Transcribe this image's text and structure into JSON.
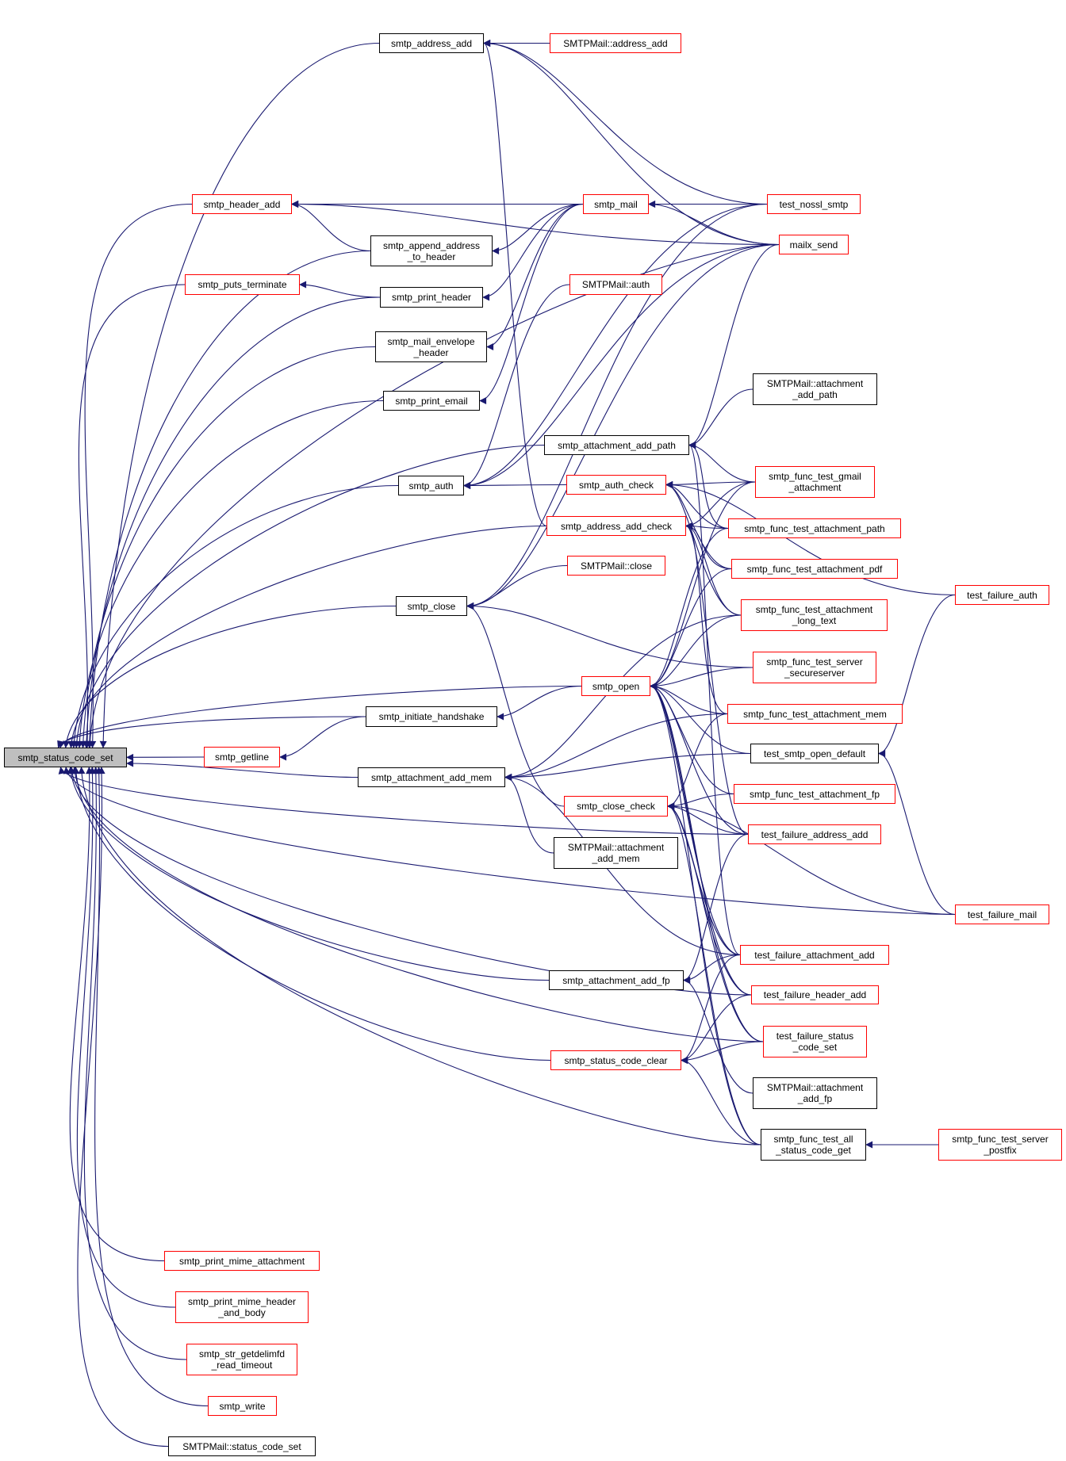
{
  "graph": {
    "title": "smtp_status_code_set caller graph",
    "colors": {
      "edge": "#191970",
      "linked_border": "#000000",
      "unlinked_border": "#ff0000",
      "root_fill": "#bfbfbf",
      "background": "#ffffff"
    },
    "root": "smtp_status_code_set",
    "nodes": [
      {
        "id": "smtp_status_code_set",
        "label": "smtp_status_code_set",
        "style": "root"
      },
      {
        "id": "smtp_address_add",
        "label": "smtp_address_add",
        "style": "black"
      },
      {
        "id": "SMTPMail_address_add",
        "label": "SMTPMail::address_add",
        "style": "red"
      },
      {
        "id": "smtp_header_add",
        "label": "smtp_header_add",
        "style": "red"
      },
      {
        "id": "smtp_mail",
        "label": "smtp_mail",
        "style": "red"
      },
      {
        "id": "test_nossl_smtp",
        "label": "test_nossl_smtp",
        "style": "red"
      },
      {
        "id": "mailx_send",
        "label": "mailx_send",
        "style": "red"
      },
      {
        "id": "smtp_append_address_to_header",
        "label": "smtp_append_address\n_to_header",
        "style": "black"
      },
      {
        "id": "smtp_puts_terminate",
        "label": "smtp_puts_terminate",
        "style": "red"
      },
      {
        "id": "smtp_print_header",
        "label": "smtp_print_header",
        "style": "black"
      },
      {
        "id": "SMTPMail_auth",
        "label": "SMTPMail::auth",
        "style": "red"
      },
      {
        "id": "smtp_mail_envelope_header",
        "label": "smtp_mail_envelope\n_header",
        "style": "black"
      },
      {
        "id": "smtp_print_email",
        "label": "smtp_print_email",
        "style": "black"
      },
      {
        "id": "SMTPMail_attachment_add_path",
        "label": "SMTPMail::attachment\n_add_path",
        "style": "black"
      },
      {
        "id": "smtp_attachment_add_path",
        "label": "smtp_attachment_add_path",
        "style": "black"
      },
      {
        "id": "smtp_auth",
        "label": "smtp_auth",
        "style": "black"
      },
      {
        "id": "smtp_auth_check",
        "label": "smtp_auth_check",
        "style": "red"
      },
      {
        "id": "smtp_func_test_gmail_attachment",
        "label": "smtp_func_test_gmail\n_attachment",
        "style": "red"
      },
      {
        "id": "smtp_address_add_check",
        "label": "smtp_address_add_check",
        "style": "red"
      },
      {
        "id": "smtp_func_test_attachment_path",
        "label": "smtp_func_test_attachment_path",
        "style": "red"
      },
      {
        "id": "SMTPMail_close",
        "label": "SMTPMail::close",
        "style": "red"
      },
      {
        "id": "smtp_func_test_attachment_pdf",
        "label": "smtp_func_test_attachment_pdf",
        "style": "red"
      },
      {
        "id": "test_failure_auth",
        "label": "test_failure_auth",
        "style": "red"
      },
      {
        "id": "smtp_close",
        "label": "smtp_close",
        "style": "black"
      },
      {
        "id": "smtp_func_test_attachment_long_text",
        "label": "smtp_func_test_attachment\n_long_text",
        "style": "red"
      },
      {
        "id": "smtp_func_test_server_secureserver",
        "label": "smtp_func_test_server\n_secureserver",
        "style": "red"
      },
      {
        "id": "smtp_open",
        "label": "smtp_open",
        "style": "red"
      },
      {
        "id": "smtp_func_test_attachment_mem",
        "label": "smtp_func_test_attachment_mem",
        "style": "red"
      },
      {
        "id": "smtp_initiate_handshake",
        "label": "smtp_initiate_handshake",
        "style": "black"
      },
      {
        "id": "test_smtp_open_default",
        "label": "test_smtp_open_default",
        "style": "black"
      },
      {
        "id": "smtp_getline",
        "label": "smtp_getline",
        "style": "red"
      },
      {
        "id": "smtp_attachment_add_mem",
        "label": "smtp_attachment_add_mem",
        "style": "black"
      },
      {
        "id": "smtp_func_test_attachment_fp",
        "label": "smtp_func_test_attachment_fp",
        "style": "red"
      },
      {
        "id": "smtp_close_check",
        "label": "smtp_close_check",
        "style": "red"
      },
      {
        "id": "test_failure_address_add",
        "label": "test_failure_address_add",
        "style": "red"
      },
      {
        "id": "SMTPMail_attachment_add_mem",
        "label": "SMTPMail::attachment\n_add_mem",
        "style": "black"
      },
      {
        "id": "test_failure_mail",
        "label": "test_failure_mail",
        "style": "red"
      },
      {
        "id": "test_failure_attachment_add",
        "label": "test_failure_attachment_add",
        "style": "red"
      },
      {
        "id": "smtp_attachment_add_fp",
        "label": "smtp_attachment_add_fp",
        "style": "black"
      },
      {
        "id": "test_failure_header_add",
        "label": "test_failure_header_add",
        "style": "red"
      },
      {
        "id": "test_failure_status_code_set",
        "label": "test_failure_status\n_code_set",
        "style": "red"
      },
      {
        "id": "smtp_status_code_clear",
        "label": "smtp_status_code_clear",
        "style": "red"
      },
      {
        "id": "SMTPMail_attachment_add_fp",
        "label": "SMTPMail::attachment\n_add_fp",
        "style": "black"
      },
      {
        "id": "smtp_func_test_all_status_code_get",
        "label": "smtp_func_test_all\n_status_code_get",
        "style": "black"
      },
      {
        "id": "smtp_func_test_server_postfix",
        "label": "smtp_func_test_server\n_postfix",
        "style": "red"
      },
      {
        "id": "smtp_print_mime_attachment",
        "label": "smtp_print_mime_attachment",
        "style": "red"
      },
      {
        "id": "smtp_print_mime_header_and_body",
        "label": "smtp_print_mime_header\n_and_body",
        "style": "red"
      },
      {
        "id": "smtp_str_getdelimfd_read_timeout",
        "label": "smtp_str_getdelimfd\n_read_timeout",
        "style": "red"
      },
      {
        "id": "smtp_write",
        "label": "smtp_write",
        "style": "red"
      },
      {
        "id": "SMTPMail_status_code_set",
        "label": "SMTPMail::status_code_set",
        "style": "black"
      }
    ],
    "edges": [
      [
        "smtp_address_add",
        "smtp_status_code_set"
      ],
      [
        "smtp_header_add",
        "smtp_status_code_set"
      ],
      [
        "smtp_append_address_to_header",
        "smtp_status_code_set"
      ],
      [
        "smtp_puts_terminate",
        "smtp_status_code_set"
      ],
      [
        "smtp_print_header",
        "smtp_status_code_set"
      ],
      [
        "smtp_mail_envelope_header",
        "smtp_status_code_set"
      ],
      [
        "smtp_print_email",
        "smtp_status_code_set"
      ],
      [
        "mailx_send",
        "smtp_status_code_set"
      ],
      [
        "smtp_auth",
        "smtp_status_code_set"
      ],
      [
        "smtp_attachment_add_path",
        "smtp_status_code_set"
      ],
      [
        "smtp_address_add_check",
        "smtp_status_code_set"
      ],
      [
        "smtp_close",
        "smtp_status_code_set"
      ],
      [
        "smtp_open",
        "smtp_status_code_set"
      ],
      [
        "smtp_initiate_handshake",
        "smtp_status_code_set"
      ],
      [
        "smtp_getline",
        "smtp_status_code_set"
      ],
      [
        "smtp_attachment_add_mem",
        "smtp_status_code_set"
      ],
      [
        "test_failure_address_add",
        "smtp_status_code_set"
      ],
      [
        "smtp_attachment_add_fp",
        "smtp_status_code_set"
      ],
      [
        "smtp_status_code_clear",
        "smtp_status_code_set"
      ],
      [
        "test_failure_header_add",
        "smtp_status_code_set"
      ],
      [
        "test_failure_status_code_set",
        "smtp_status_code_set"
      ],
      [
        "smtp_func_test_all_status_code_get",
        "smtp_status_code_set"
      ],
      [
        "test_failure_mail",
        "smtp_status_code_set"
      ],
      [
        "smtp_print_mime_attachment",
        "smtp_status_code_set"
      ],
      [
        "smtp_print_mime_header_and_body",
        "smtp_status_code_set"
      ],
      [
        "smtp_str_getdelimfd_read_timeout",
        "smtp_status_code_set"
      ],
      [
        "smtp_write",
        "smtp_status_code_set"
      ],
      [
        "SMTPMail_status_code_set",
        "smtp_status_code_set"
      ],
      [
        "SMTPMail_address_add",
        "smtp_address_add"
      ],
      [
        "test_nossl_smtp",
        "smtp_address_add"
      ],
      [
        "mailx_send",
        "smtp_address_add"
      ],
      [
        "smtp_address_add_check",
        "smtp_address_add"
      ],
      [
        "test_nossl_smtp",
        "smtp_header_add"
      ],
      [
        "mailx_send",
        "smtp_header_add"
      ],
      [
        "smtp_mail",
        "smtp_header_add"
      ],
      [
        "smtp_append_address_to_header",
        "smtp_header_add"
      ],
      [
        "test_nossl_smtp",
        "smtp_mail"
      ],
      [
        "mailx_send",
        "smtp_mail"
      ],
      [
        "smtp_mail",
        "smtp_append_address_to_header"
      ],
      [
        "smtp_print_header",
        "smtp_puts_terminate"
      ],
      [
        "smtp_mail",
        "smtp_print_header"
      ],
      [
        "smtp_mail",
        "smtp_mail_envelope_header"
      ],
      [
        "smtp_mail",
        "smtp_print_email"
      ],
      [
        "smtp_auth_check",
        "smtp_auth"
      ],
      [
        "SMTPMail_auth",
        "smtp_auth"
      ],
      [
        "test_nossl_smtp",
        "smtp_auth"
      ],
      [
        "mailx_send",
        "smtp_auth"
      ],
      [
        "SMTPMail_close",
        "smtp_close"
      ],
      [
        "smtp_func_test_server_secureserver",
        "smtp_close"
      ],
      [
        "smtp_close_check",
        "smtp_close"
      ],
      [
        "test_nossl_smtp",
        "smtp_close"
      ],
      [
        "mailx_send",
        "smtp_close"
      ],
      [
        "SMTPMail_attachment_add_path",
        "smtp_attachment_add_path"
      ],
      [
        "smtp_func_test_gmail_attachment",
        "smtp_attachment_add_path"
      ],
      [
        "smtp_func_test_attachment_path",
        "smtp_attachment_add_path"
      ],
      [
        "test_failure_attachment_add",
        "smtp_attachment_add_path"
      ],
      [
        "mailx_send",
        "smtp_attachment_add_path"
      ],
      [
        "smtp_func_test_gmail_attachment",
        "smtp_auth_check"
      ],
      [
        "smtp_func_test_attachment_path",
        "smtp_auth_check"
      ],
      [
        "smtp_func_test_attachment_pdf",
        "smtp_auth_check"
      ],
      [
        "smtp_func_test_attachment_long_text",
        "smtp_auth_check"
      ],
      [
        "test_failure_auth",
        "smtp_auth_check"
      ],
      [
        "smtp_func_test_gmail_attachment",
        "smtp_address_add_check"
      ],
      [
        "smtp_func_test_attachment_path",
        "smtp_address_add_check"
      ],
      [
        "smtp_func_test_attachment_pdf",
        "smtp_address_add_check"
      ],
      [
        "smtp_func_test_attachment_long_text",
        "smtp_address_add_check"
      ],
      [
        "test_failure_address_add",
        "smtp_address_add_check"
      ],
      [
        "smtp_func_test_attachment_mem",
        "smtp_address_add_check"
      ],
      [
        "smtp_func_test_gmail_attachment",
        "smtp_open"
      ],
      [
        "smtp_func_test_attachment_path",
        "smtp_open"
      ],
      [
        "smtp_func_test_attachment_pdf",
        "smtp_open"
      ],
      [
        "smtp_func_test_attachment_long_text",
        "smtp_open"
      ],
      [
        "smtp_func_test_server_secureserver",
        "smtp_open"
      ],
      [
        "smtp_func_test_attachment_mem",
        "smtp_open"
      ],
      [
        "test_smtp_open_default",
        "smtp_open"
      ],
      [
        "smtp_func_test_attachment_fp",
        "smtp_open"
      ],
      [
        "test_failure_address_add",
        "smtp_open"
      ],
      [
        "test_failure_attachment_add",
        "smtp_open"
      ],
      [
        "test_failure_header_add",
        "smtp_open"
      ],
      [
        "test_failure_status_code_set",
        "smtp_open"
      ],
      [
        "smtp_func_test_all_status_code_get",
        "smtp_open"
      ],
      [
        "smtp_open",
        "smtp_initiate_handshake"
      ],
      [
        "smtp_initiate_handshake",
        "smtp_getline"
      ],
      [
        "SMTPMail_attachment_add_mem",
        "smtp_attachment_add_mem"
      ],
      [
        "test_smtp_open_default",
        "smtp_attachment_add_mem"
      ],
      [
        "smtp_func_test_attachment_mem",
        "smtp_attachment_add_mem"
      ],
      [
        "test_failure_attachment_add",
        "smtp_attachment_add_mem"
      ],
      [
        "smtp_func_test_attachment_long_text",
        "smtp_attachment_add_mem"
      ],
      [
        "smtp_func_test_attachment_fp",
        "smtp_close_check"
      ],
      [
        "test_failure_address_add",
        "smtp_close_check"
      ],
      [
        "test_failure_mail",
        "smtp_close_check"
      ],
      [
        "test_failure_attachment_add",
        "smtp_close_check"
      ],
      [
        "test_failure_header_add",
        "smtp_close_check"
      ],
      [
        "test_failure_status_code_set",
        "smtp_close_check"
      ],
      [
        "smtp_func_test_all_status_code_get",
        "smtp_close_check"
      ],
      [
        "smtp_func_test_attachment_mem",
        "smtp_close_check"
      ],
      [
        "test_failure_attachment_add",
        "smtp_attachment_add_fp"
      ],
      [
        "SMTPMail_attachment_add_fp",
        "smtp_attachment_add_fp"
      ],
      [
        "test_failure_address_add",
        "smtp_attachment_add_fp"
      ],
      [
        "test_failure_status_code_set",
        "smtp_status_code_clear"
      ],
      [
        "smtp_func_test_all_status_code_get",
        "smtp_status_code_clear"
      ],
      [
        "test_failure_header_add",
        "smtp_status_code_clear"
      ],
      [
        "test_failure_attachment_add",
        "smtp_status_code_clear"
      ],
      [
        "test_failure_auth",
        "test_smtp_open_default"
      ],
      [
        "test_failure_mail",
        "test_smtp_open_default"
      ],
      [
        "smtp_func_test_server_postfix",
        "smtp_func_test_all_status_code_get"
      ]
    ]
  }
}
